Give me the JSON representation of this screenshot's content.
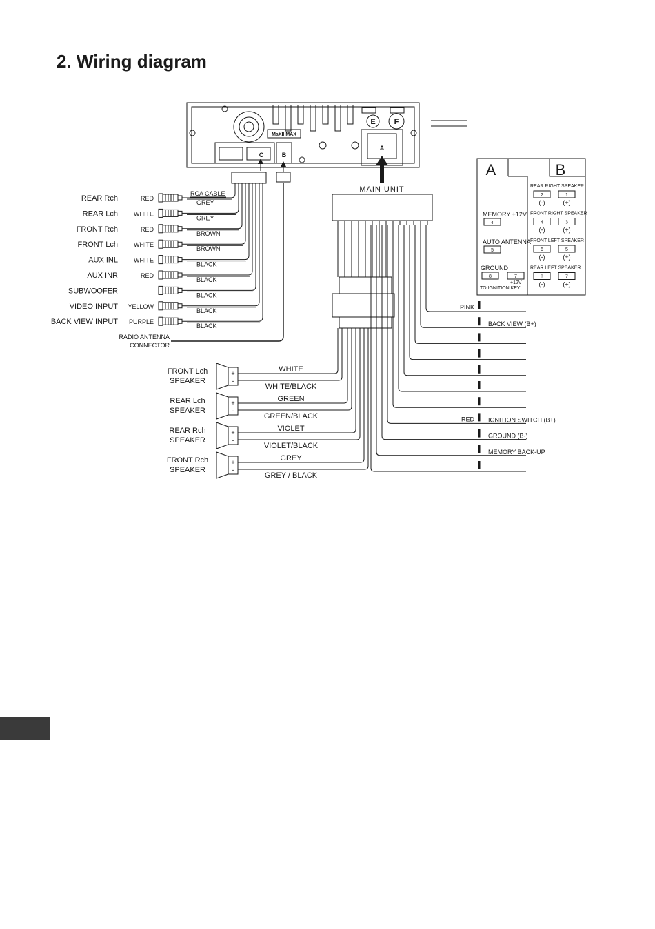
{
  "page": {
    "title": "2. Wiring diagram"
  },
  "unit": {
    "badge": "MaXII MAX",
    "connector_a": "A",
    "connector_b": "B",
    "connector_c": "C",
    "connector_e": "E",
    "connector_f": "F",
    "main_unit_label": "MAIN UNIT"
  },
  "rca": {
    "cable_label": "RCA CABLE",
    "channels": [
      {
        "name": "REAR Rch",
        "plug_color": "RED",
        "wire": "GREY"
      },
      {
        "name": "REAR Lch",
        "plug_color": "WHITE",
        "wire": "GREY"
      },
      {
        "name": "FRONT Rch",
        "plug_color": "RED",
        "wire": "BROWN"
      },
      {
        "name": "FRONT Lch",
        "plug_color": "WHITE",
        "wire": "BROWN"
      },
      {
        "name": "AUX INL",
        "plug_color": "WHITE",
        "wire": "BLACK"
      },
      {
        "name": "AUX INR",
        "plug_color": "RED",
        "wire": "BLACK"
      },
      {
        "name": "SUBWOOFER",
        "plug_color": "",
        "wire": "BLACK"
      },
      {
        "name": "VIDEO  INPUT",
        "plug_color": "YELLOW",
        "wire": "BLACK"
      },
      {
        "name": "BACK VIEW  INPUT",
        "plug_color": "PURPLE",
        "wire": "BLACK"
      }
    ],
    "antenna_line1": "RADIO ANTENNA",
    "antenna_line2": "CONNECTOR"
  },
  "speakers": [
    {
      "line1": "FRONT Lch",
      "line2": "SPEAKER",
      "plus": "WHITE",
      "minus": "WHITE/BLACK"
    },
    {
      "line1": "REAR  Lch",
      "line2": "SPEAKER",
      "plus": "GREEN",
      "minus": "GREEN/BLACK"
    },
    {
      "line1": "REAR  Rch",
      "line2": "SPEAKER",
      "plus": "VIOLET",
      "minus": "VIOLET/BLACK"
    },
    {
      "line1": "FRONT  Rch",
      "line2": "SPEAKER",
      "plus": "GREY",
      "minus": "GREY / BLACK"
    }
  ],
  "speaker_signs": {
    "plus": "+",
    "minus": "-"
  },
  "power_wires": [
    {
      "color": "PINK",
      "function": ""
    },
    {
      "color": "",
      "function": "BACK VIEW (B+)"
    },
    {
      "color": "",
      "function": ""
    },
    {
      "color": "",
      "function": ""
    },
    {
      "color": "",
      "function": ""
    },
    {
      "color": "",
      "function": ""
    },
    {
      "color": "",
      "function": ""
    },
    {
      "color": "RED",
      "function": "IGNITION SWITCH (B+)"
    },
    {
      "color": "",
      "function": "GROUND (B-)"
    },
    {
      "color": "",
      "function": "MEMORY  BACK-UP"
    },
    {
      "color": "",
      "function": ""
    }
  ],
  "pinout": {
    "header_a": "A",
    "header_b": "B",
    "a_pins": [
      {
        "label": "MEMORY +12V",
        "pin": "4"
      },
      {
        "label": "AUTO ANTENNA",
        "pin": "5"
      }
    ],
    "a_ground": {
      "label": "GROUND",
      "pin_left": "8",
      "pin_right": "7",
      "note1": "+12V",
      "note2": "TO IGNITION KEY"
    },
    "b_rows": [
      {
        "label": "REAR RIGHT SPEAKER",
        "minus_pin": "2",
        "plus_pin": "1"
      },
      {
        "label": "FRONT RIGHT SPEAKER",
        "minus_pin": "4",
        "plus_pin": "3"
      },
      {
        "label": "FRONT LEFT SPEAKER",
        "minus_pin": "6",
        "plus_pin": "5"
      },
      {
        "label": "REAR LEFT SPEAKER",
        "minus_pin": "8",
        "plus_pin": "7"
      }
    ],
    "minus_sign": "(-)",
    "plus_sign": "(+)"
  }
}
